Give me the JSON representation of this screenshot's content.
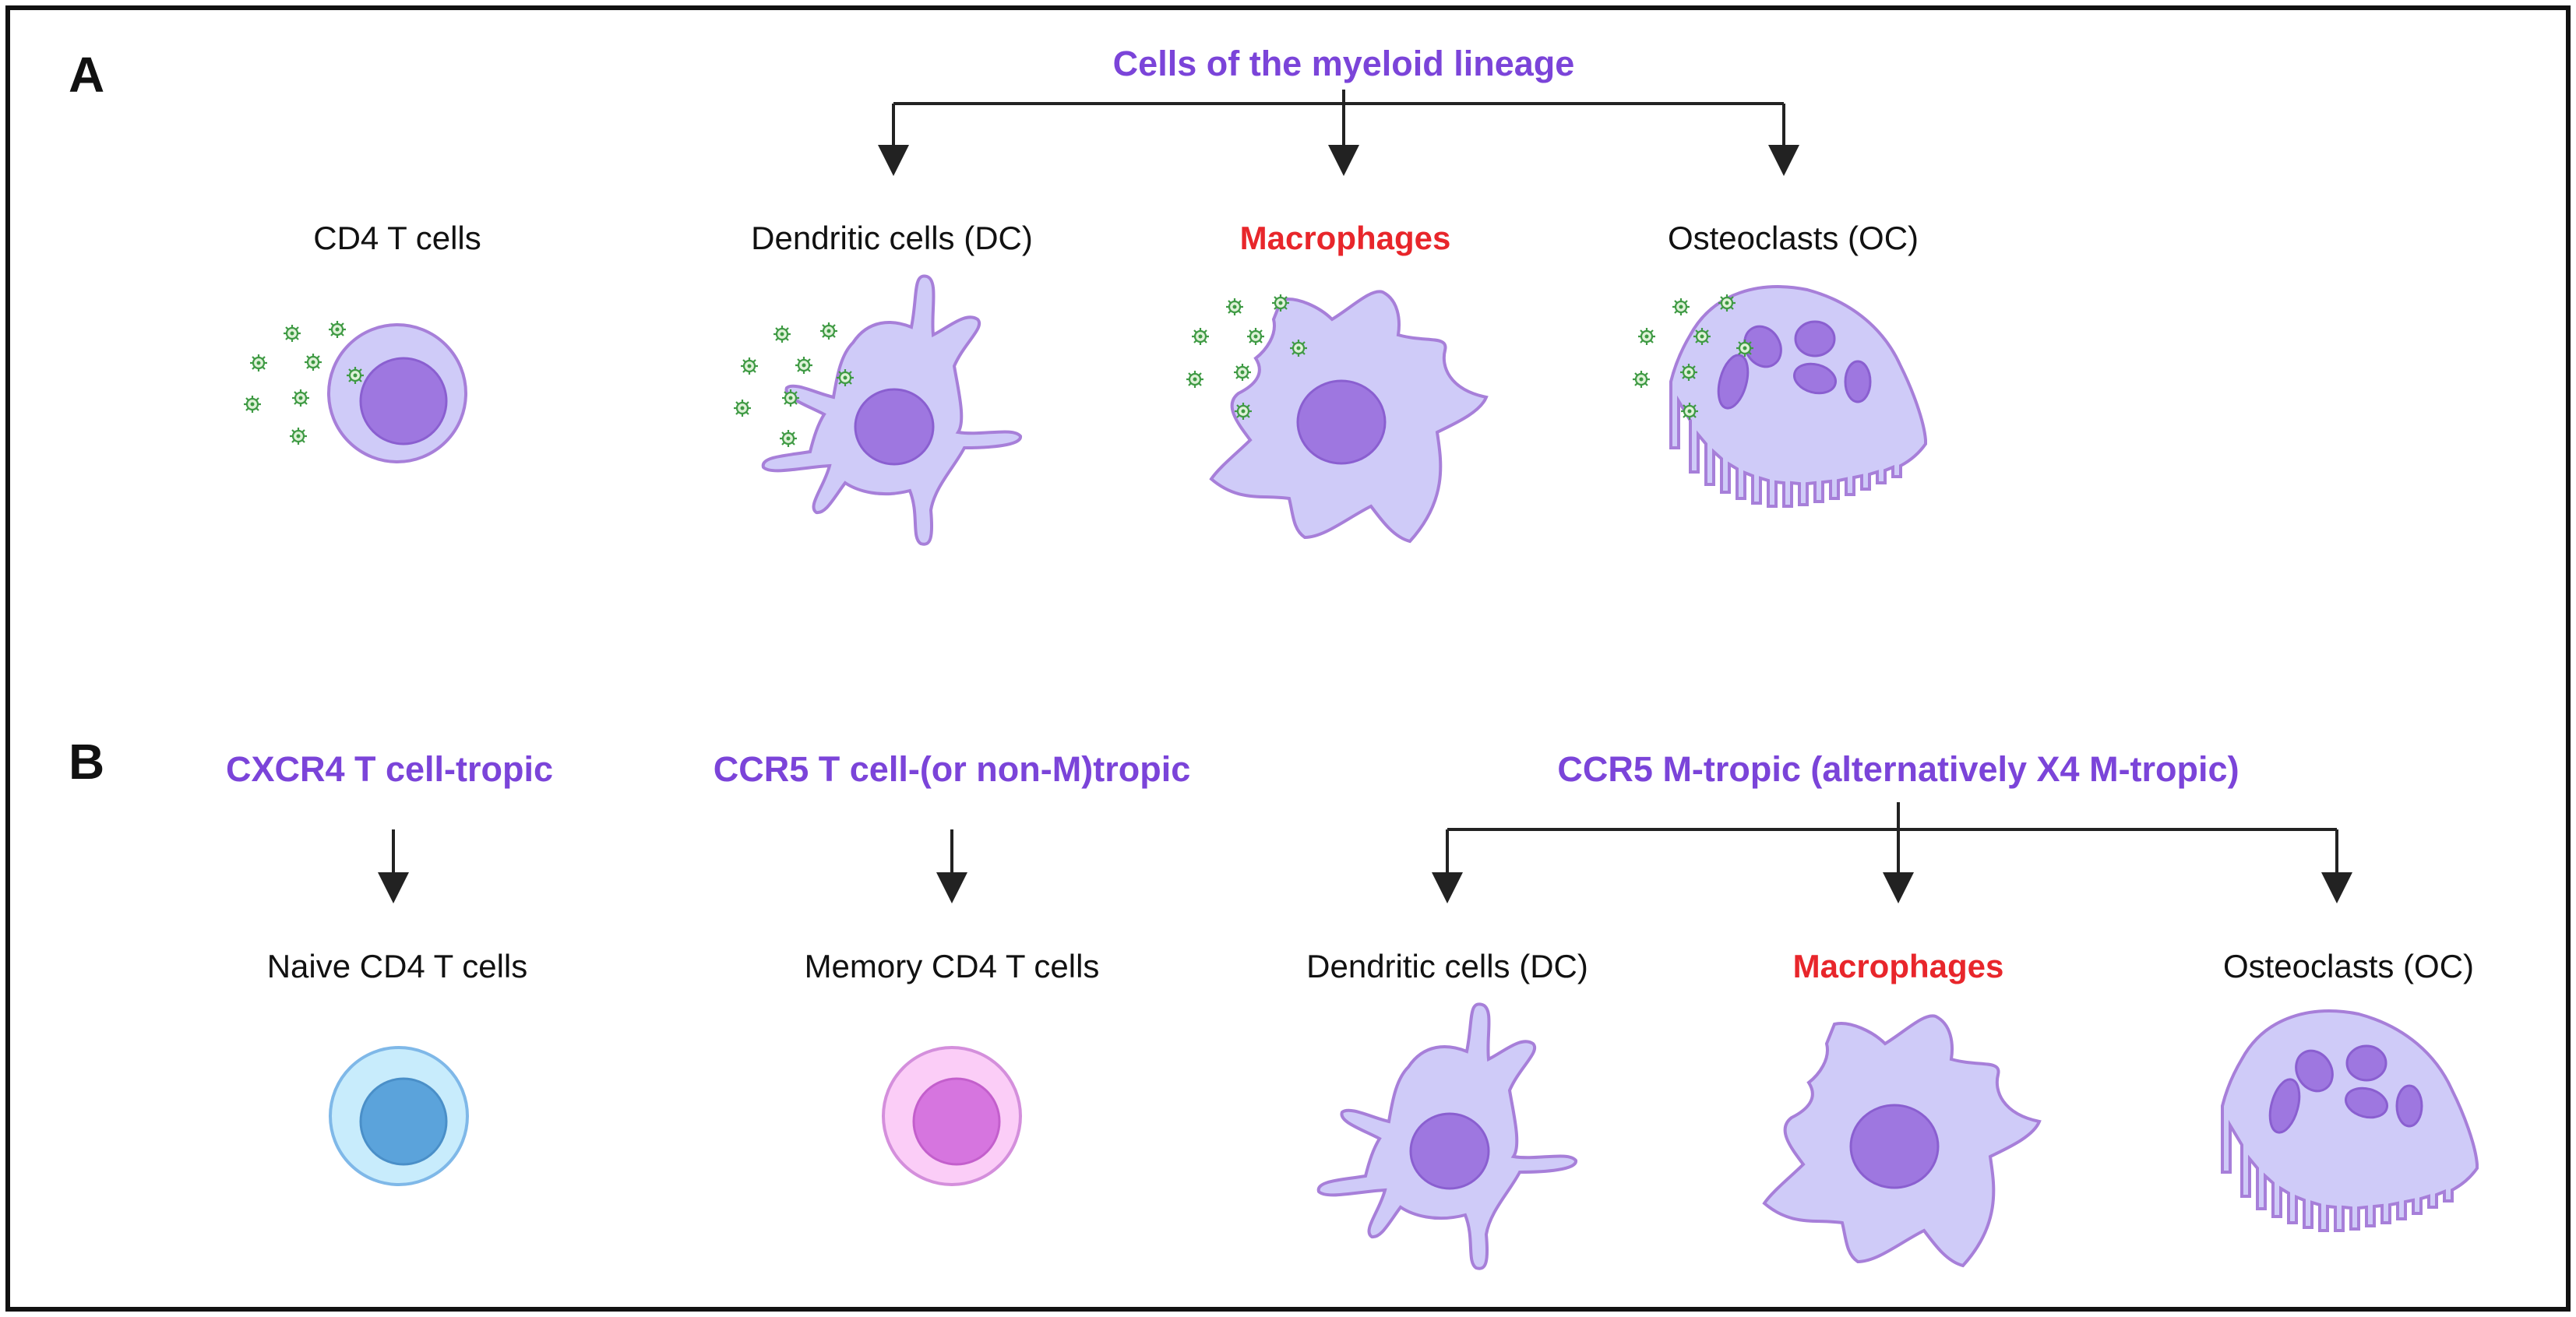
{
  "panel_a": {
    "letter": "A",
    "lineage_title": "Cells of the myeloid lineage",
    "cells": [
      {
        "label": "CD4 T cells",
        "type": "tcell",
        "infected": true
      },
      {
        "label": "Dendritic cells (DC)",
        "type": "dendritic",
        "infected": true
      },
      {
        "label": "Macrophages",
        "type": "macrophage",
        "infected": true,
        "highlight": true
      },
      {
        "label": "Osteoclasts (OC)",
        "type": "osteoclast",
        "infected": true
      }
    ]
  },
  "panel_b": {
    "letter": "B",
    "tropisms": [
      {
        "title": "CXCR4 T cell-tropic"
      },
      {
        "title": "CCR5 T cell-(or non-M)tropic"
      },
      {
        "title": "CCR5 M-tropic (alternatively X4 M-tropic)"
      }
    ],
    "cells": [
      {
        "label": "Naive CD4 T cells",
        "type": "naive"
      },
      {
        "label": "Memory CD4 T cells",
        "type": "memory"
      },
      {
        "label": "Dendritic cells (DC)",
        "type": "dendritic"
      },
      {
        "label": "Macrophages",
        "type": "macrophage",
        "highlight": true
      },
      {
        "label": "Osteoclasts (OC)",
        "type": "osteoclast"
      }
    ]
  },
  "colors": {
    "title_purple": "#7b44d9",
    "highlight_red": "#e8262b",
    "cell_body": "#cfcbf8",
    "cell_outline": "#a77fd9",
    "nucleus": "#9e77e0",
    "naive_body": "#c8ecfc",
    "naive_nucleus": "#5ba3db",
    "memory_body": "#fbcdf7",
    "memory_nucleus": "#d675df",
    "virus": "#3f9a44"
  }
}
